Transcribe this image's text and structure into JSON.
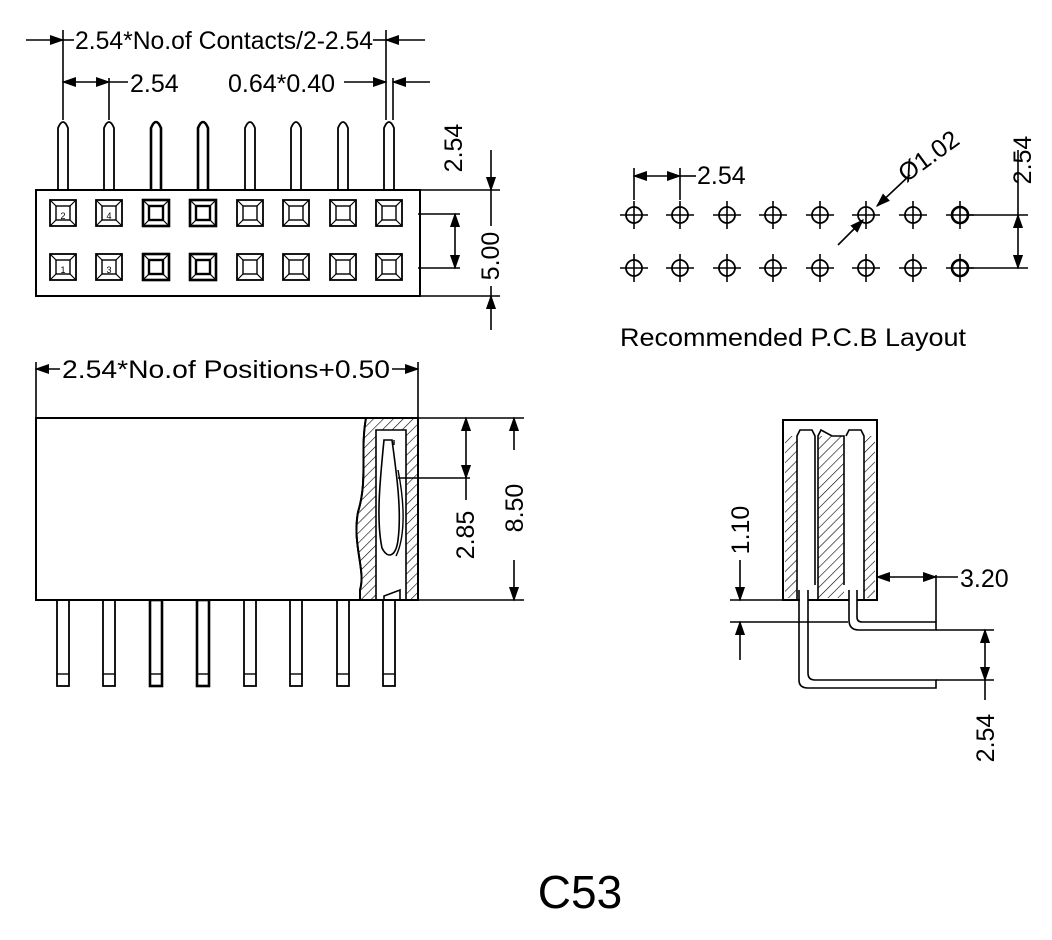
{
  "dimensions": {
    "top_overall": "2.54*No.of Contacts/2-2.54",
    "top_pitch": "2.54",
    "pin_size": "0.64*0.40",
    "top_row_pitch": "2.54",
    "top_height": "5.00",
    "side_length": "2.54*No.of Positions+0.50",
    "side_contact_depth": "2.85",
    "side_height": "8.50",
    "pcb_pitch": "2.54",
    "pcb_hole": "Ø1.02",
    "pcb_row_pitch": "2.54",
    "end_standoff": "1.10",
    "end_offset": "3.20",
    "end_row_pitch": "2.54"
  },
  "pin_labels": {
    "top_left": "2",
    "top_second": "4",
    "bottom_left": "1",
    "bottom_second": "3"
  },
  "pcb_caption": "Recommended P.C.B Layout",
  "part_code": "C53",
  "colors": {
    "line": "#000000",
    "background": "#ffffff"
  }
}
